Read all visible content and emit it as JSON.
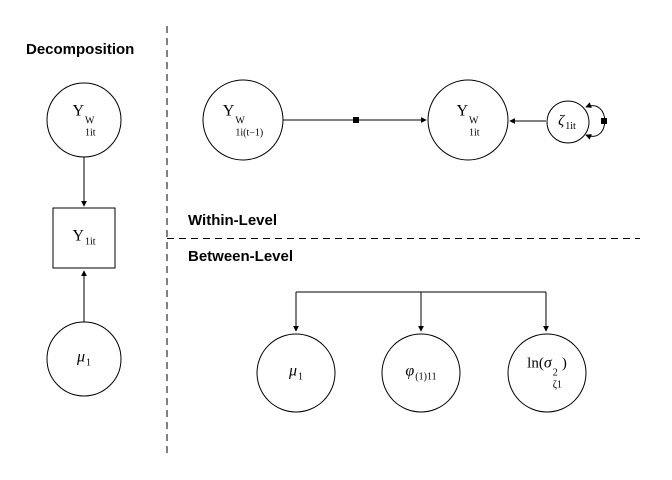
{
  "titles": {
    "decomposition": "Decomposition",
    "within_level": "Within-Level",
    "between_level": "Between-Level"
  },
  "nodes": {
    "decomp_latent_y": {
      "base": "Y",
      "sup": "W",
      "sub": "1it"
    },
    "decomp_observed_y": {
      "base": "Y",
      "sub": "1it"
    },
    "decomp_mean": {
      "base": "μ",
      "sub": "1"
    },
    "within_y_lag": {
      "base": "Y",
      "sup": "W",
      "sub": "1i(t−1)"
    },
    "within_y": {
      "base": "Y",
      "sup": "W",
      "sub": "1it"
    },
    "within_residual": {
      "base": "ζ",
      "sub": "1it"
    },
    "between_mean": {
      "base": "μ",
      "sub": "1"
    },
    "between_autoregression": {
      "base": "φ",
      "sub": "(1)11"
    },
    "between_log_variance": {
      "pre": "ln(",
      "base": "σ",
      "sup": "2",
      "sub": "ζ1",
      "post": ")"
    }
  },
  "colors": {
    "line": "#000000",
    "text": "#000000",
    "background": "#ffffff",
    "random_effect_marker": "#000000"
  }
}
